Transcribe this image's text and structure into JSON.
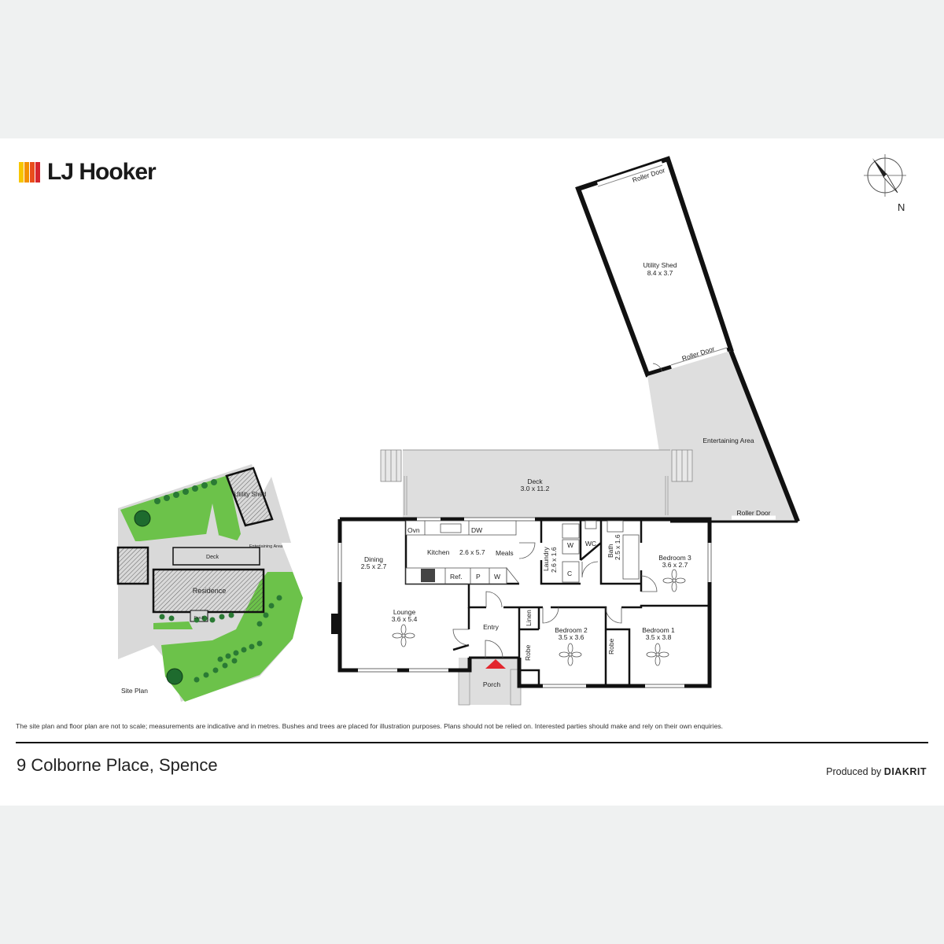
{
  "brand": {
    "name": "LJ Hooker",
    "stripe_colors": [
      "#f7c600",
      "#f39200",
      "#e94e1b",
      "#d6262e"
    ]
  },
  "compass": {
    "label": "N"
  },
  "floor_plan": {
    "rooms": {
      "utility_shed": {
        "name": "Utility Shed",
        "dims": "8.4 x 3.7"
      },
      "entertaining_area": {
        "name": "Entertaining Area"
      },
      "deck": {
        "name": "Deck",
        "dims": "3.0 x 11.2"
      },
      "dining": {
        "name": "Dining",
        "dims": "2.5 x 2.7"
      },
      "kitchen": {
        "name": "Kitchen",
        "dims": "2.6 x 5.7"
      },
      "meals": {
        "name": "Meals"
      },
      "laundry": {
        "name": "Laundry",
        "dims": "2.6 x 1.6"
      },
      "wc": {
        "name": "WC"
      },
      "bath": {
        "name": "Bath",
        "dims": "2.5 x 1.6"
      },
      "bedroom3": {
        "name": "Bedroom 3",
        "dims": "3.6 x 2.7"
      },
      "lounge": {
        "name": "Lounge",
        "dims": "3.6 x 5.4"
      },
      "entry": {
        "name": "Entry"
      },
      "porch": {
        "name": "Porch"
      },
      "bedroom2": {
        "name": "Bedroom 2",
        "dims": "3.5 x 3.6"
      },
      "bedroom1": {
        "name": "Bedroom 1",
        "dims": "3.5 x 3.8"
      }
    },
    "labels": {
      "roller_door_top": "Roller Door",
      "roller_door_mid": "Roller Door",
      "roller_door_bottom": "Roller Door",
      "oven": "Ovn",
      "dishwasher": "DW",
      "fridge": "Ref.",
      "pantry": "P",
      "kitchen_w": "W",
      "laundry_w": "W",
      "laundry_c": "C",
      "linen": "Linen",
      "robe_1": "Robe",
      "robe_2": "Robe"
    }
  },
  "site_plan": {
    "title": "Site Plan",
    "labels": {
      "utility_shed": "Utility Shed",
      "entertaining_area": "Entertaining Area",
      "deck": "Deck",
      "residence": "Residence",
      "porch": "Porch"
    }
  },
  "disclaimer": "The site plan and floor plan are not to scale; measurements are indicative and in metres. Bushes and trees are placed for illustration purposes. Plans should not be relied on. Interested parties should make and rely on their own enquiries.",
  "address": "9 Colborne Place, Spence",
  "credit": {
    "prefix": "Produced by",
    "company": "DIAKRIT"
  }
}
